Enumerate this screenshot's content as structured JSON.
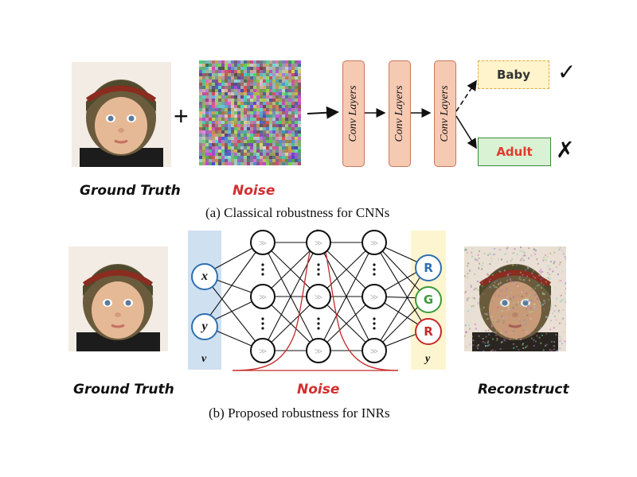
{
  "part_a": {
    "ground_truth_label": "Ground Truth",
    "plus_sign": "+",
    "noise_label": "Noise",
    "conv_layers": [
      "Conv Layers",
      "Conv Layers",
      "Conv Layers"
    ],
    "output_baby": "Baby",
    "output_adult": "Adult",
    "check_mark": "✓",
    "cross_mark": "✗",
    "caption": "(a) Classical robustness for CNNs"
  },
  "part_b": {
    "ground_truth_label": "Ground Truth",
    "noise_label": "Noise",
    "reconstruct_label": "Reconstruct",
    "input_nodes": [
      "x",
      "y"
    ],
    "input_panel_label": "v",
    "output_nodes": [
      "R",
      "G",
      "R"
    ],
    "output_panel_label": "y",
    "caption": "(b) Proposed robustness for INRs"
  },
  "colors": {
    "noise_text": "#d32f2f",
    "conv_fill": "#f6c9b2",
    "input_panel": "#cfe0f1",
    "output_panel": "#fdf5cf",
    "node_blue": "#2e6fb0",
    "node_green": "#3a9a3a",
    "node_red": "#c62828",
    "baby_box": "#fff4cc",
    "adult_box": "#d9f2d3"
  }
}
